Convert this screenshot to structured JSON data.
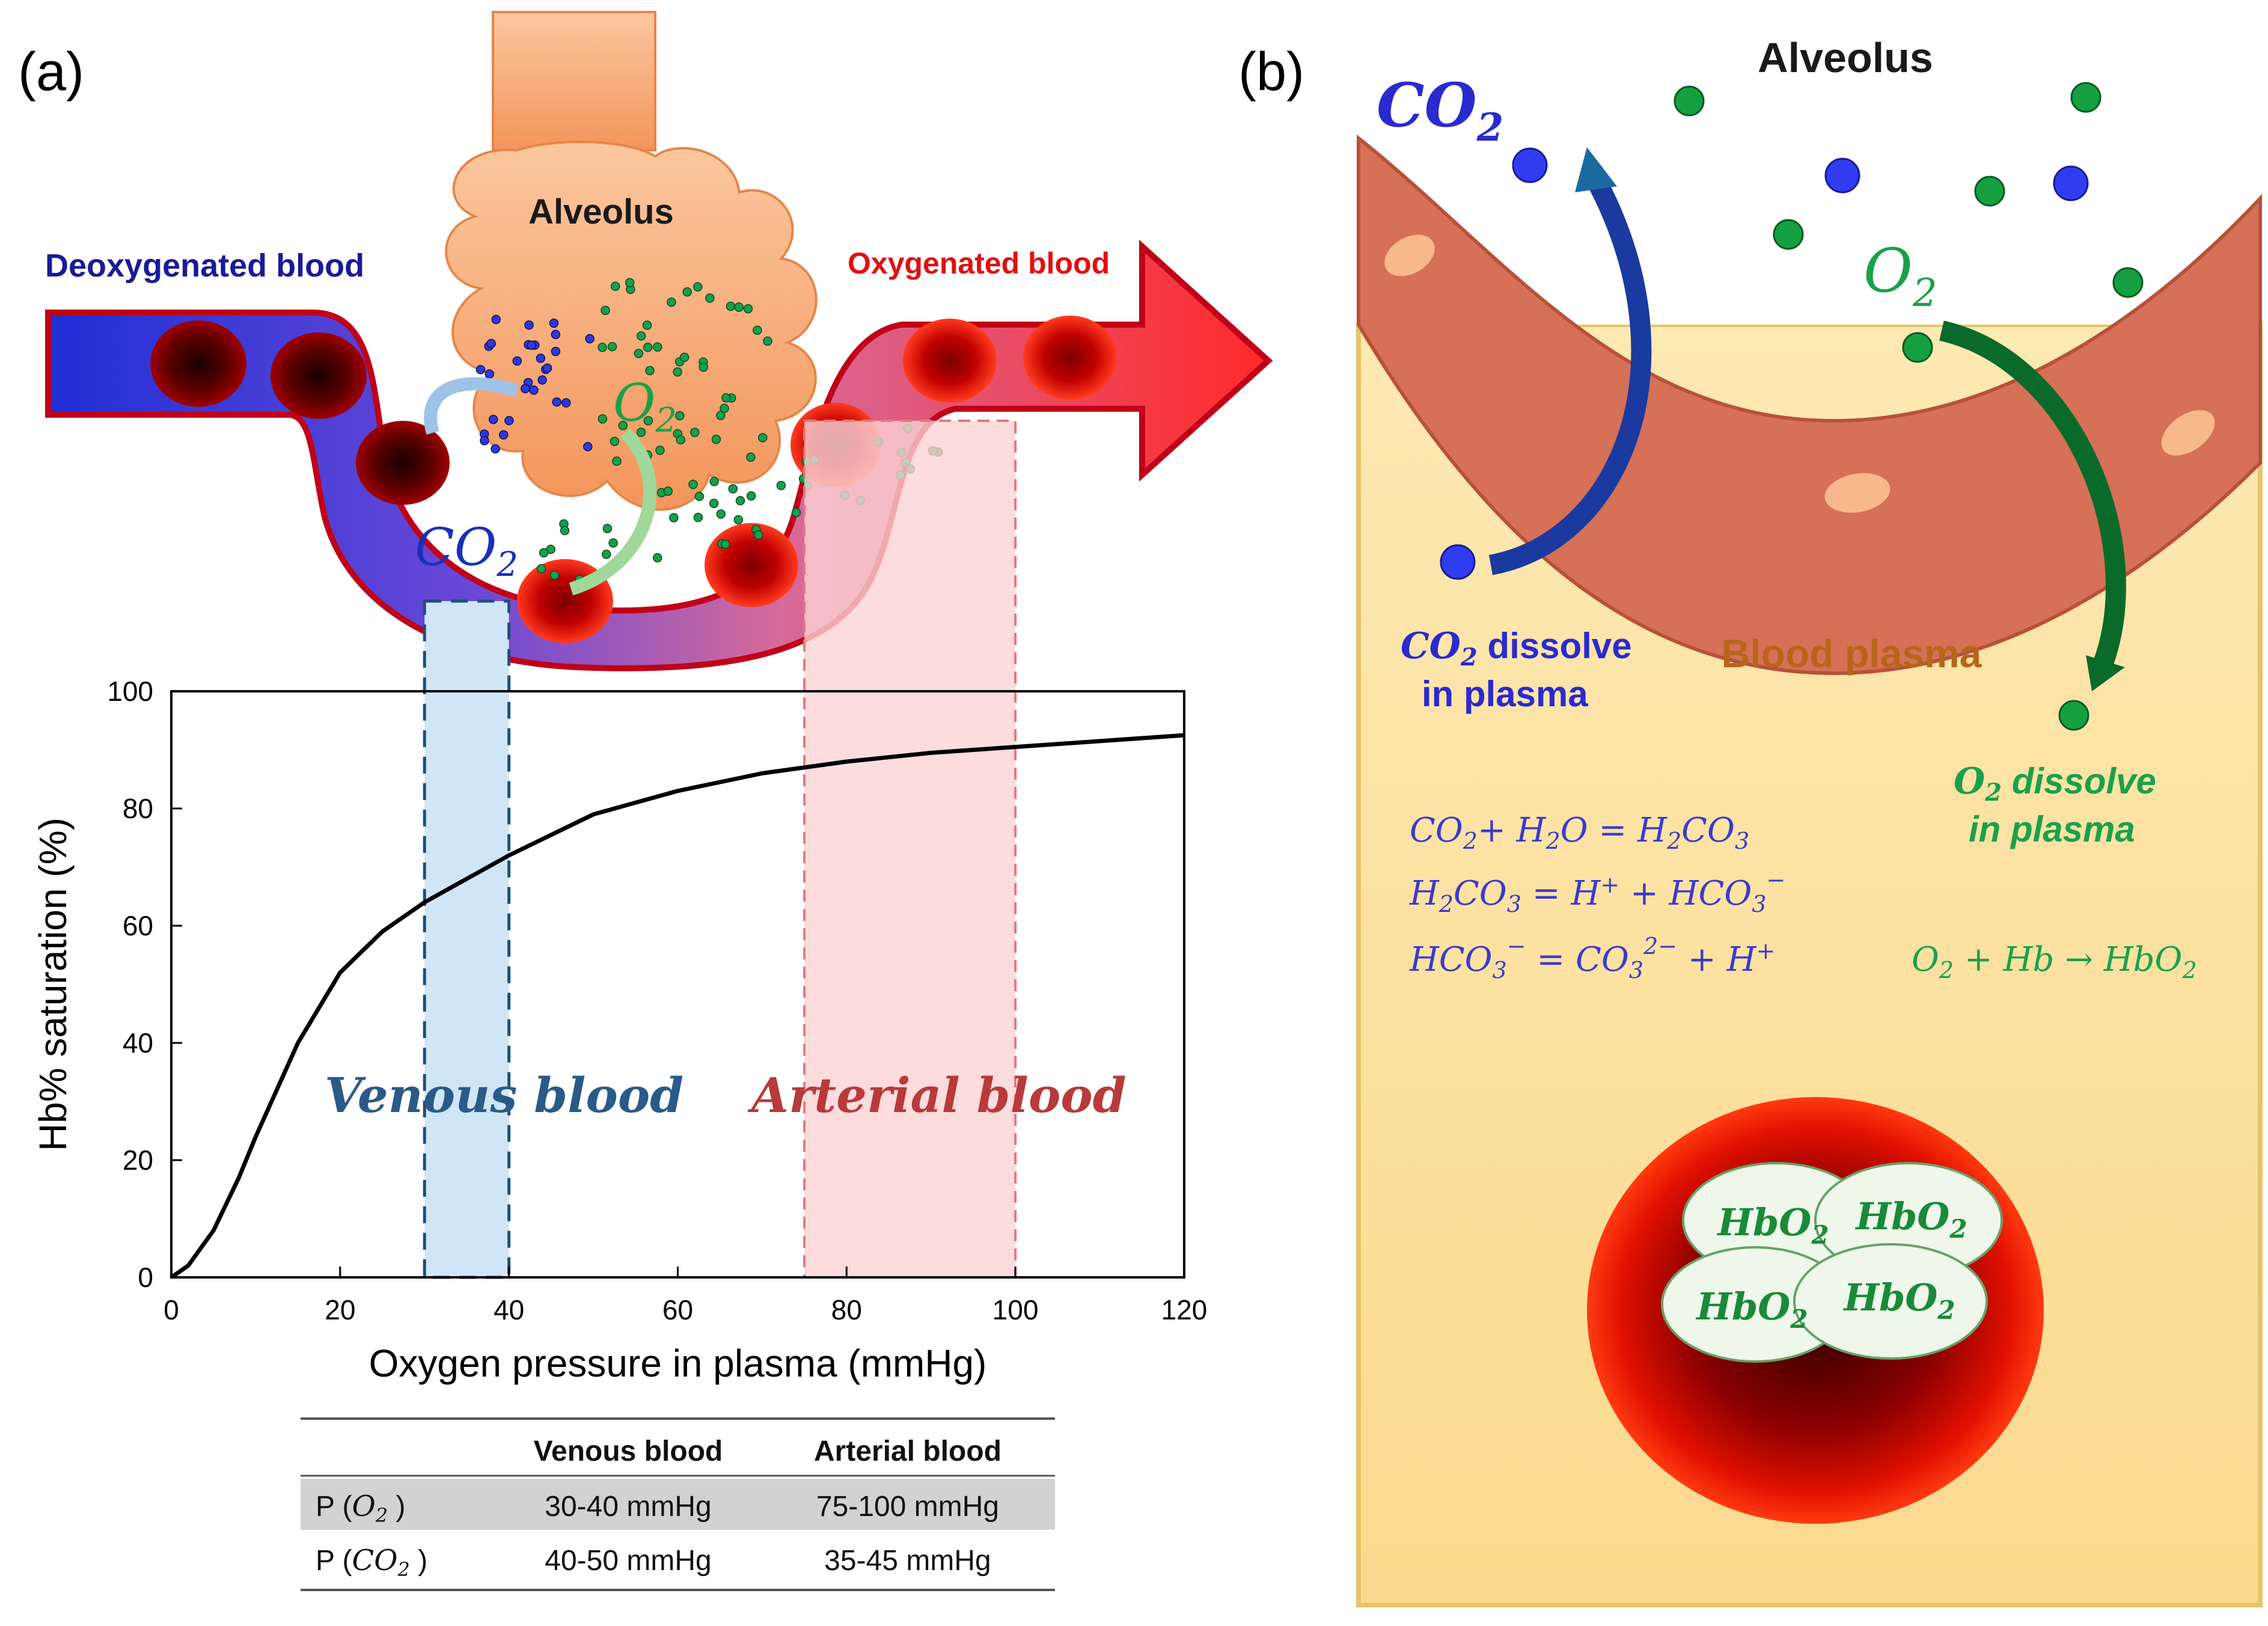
{
  "panel_a": {
    "label": "(a)",
    "alveolus_label": "Alveolus",
    "deoxygenated_label": "Deoxygenated blood",
    "oxygenated_label": "Oxygenated blood",
    "o2_label": "O",
    "o2_sub": "2",
    "co2_label": "CO",
    "co2_sub": "2",
    "venous_label": "Venous blood",
    "arterial_label": "Arterial blood"
  },
  "chart_data": {
    "type": "line",
    "xlabel": "Oxygen pressure in plasma (mmHg)",
    "ylabel": "Hb% saturation (%)",
    "xlim": [
      0,
      120
    ],
    "ylim": [
      0,
      100
    ],
    "xticks": [
      0,
      20,
      40,
      60,
      80,
      100,
      120
    ],
    "yticks": [
      0,
      20,
      40,
      60,
      80,
      100
    ],
    "x": [
      0,
      2,
      5,
      8,
      10,
      15,
      20,
      25,
      30,
      35,
      40,
      50,
      60,
      70,
      80,
      90,
      100,
      110,
      120
    ],
    "y": [
      0,
      2,
      8,
      17,
      24,
      40,
      52,
      59,
      64,
      68,
      72,
      79,
      83,
      86,
      88,
      89.5,
      90.5,
      91.5,
      92.5
    ],
    "venous_range": [
      30,
      40
    ],
    "arterial_range": [
      75,
      100
    ],
    "grid": false,
    "colors": {
      "curve": "#000000",
      "venous": "#cfe6f7",
      "arterial": "#fbd3d5",
      "venous_border": "#1f4e79",
      "arterial_border": "#e07a7e"
    }
  },
  "table": {
    "headers": [
      "",
      "Venous blood",
      "Arterial blood"
    ],
    "rows": [
      {
        "label_prefix": "P (",
        "label_species": "O",
        "label_sub": "2",
        "label_suffix": " )",
        "venous": "30-40 mmHg",
        "arterial": "75-100 mmHg"
      },
      {
        "label_prefix": "P (",
        "label_species": "CO",
        "label_sub": "2",
        "label_suffix": " )",
        "venous": "40-50 mmHg",
        "arterial": "35-45 mmHg"
      }
    ]
  },
  "panel_b": {
    "label": "(b)",
    "alveolus_label": "Alveolus",
    "co2_label": "CO",
    "co2_sub": "2",
    "o2_label": "O",
    "o2_sub": "2",
    "plasma_label": "Blood plasma",
    "co2_dissolve_1": "dissolve",
    "co2_dissolve_2": "in plasma",
    "o2_dissolve_1": "dissolve",
    "o2_dissolve_2": "in plasma",
    "hbo2": "HbO",
    "hbo2_sub": "2",
    "eq1": {
      "a": "CO",
      "a_sub": "2",
      "plus": "+ H",
      "b_sub": "2",
      "b_tail": "O  =  H",
      "c_sub": "2",
      "c_tail": "CO",
      "d_sub": "3"
    },
    "eq2": {
      "a": "H",
      "a_sub": "2",
      "a_tail": "CO",
      "b_sub": "3",
      "mid": "  =  H",
      "sup1": "+",
      "mid2": " + HCO",
      "c_sub": "3",
      "sup2": "−"
    },
    "eq3": {
      "a": "HCO",
      "a_sub": "3",
      "sup1": "−",
      "mid": "  =  CO",
      "b_sub": "3",
      "sup2": "2−",
      "tail": " +  H",
      "sup3": "+"
    },
    "eq4": {
      "a": "O",
      "a_sub": "2",
      "mid": " + Hb → HbO",
      "b_sub": "2"
    }
  }
}
